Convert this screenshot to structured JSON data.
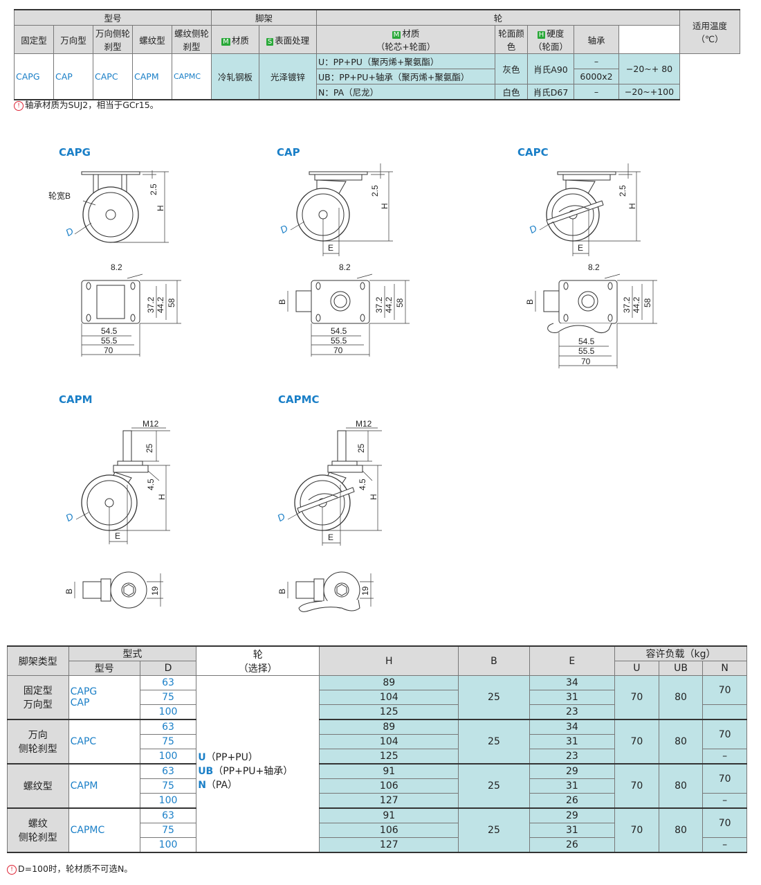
{
  "top_table": {
    "h_model": "型号",
    "h_frame": "脚架",
    "h_wheel": "轮",
    "h_temp": "适用温度（℃）",
    "sub": [
      "固定型",
      "万向型",
      "万向侧轮刹型",
      "螺纹型",
      "螺纹侧轮刹型"
    ],
    "h_material_tag": "M",
    "h_material": "材质",
    "h_surface_tag": "S",
    "h_surface": "表面处理",
    "h_wheel_material": "材质",
    "h_wheel_material_sub": "（轮芯+轮面）",
    "h_color": "轮面颜色",
    "h_hard_tag": "H",
    "h_hard": "硬度",
    "h_hard_sub": "（轮面）",
    "h_bearing": "轴承",
    "models": [
      "CAPG",
      "CAP",
      "CAPC",
      "CAPM",
      "CAPMC"
    ],
    "frame_material": "冷轧钢板",
    "frame_surface": "光泽镀锌",
    "rows": [
      {
        "material": "U：PP+PU（聚丙烯+聚氨酯）",
        "color": "灰色",
        "hard": "肖氏A90",
        "bearing": "–",
        "temp": "−20~+ 80"
      },
      {
        "material": "UB：PP+PU+轴承（聚丙烯+聚氨酯）",
        "bearing": "6000x2"
      },
      {
        "material": "N：PA（尼龙）",
        "color": "白色",
        "hard": "肖氏D67",
        "bearing": "–",
        "temp": "−20~+100"
      }
    ],
    "note": "轴承材质为SUJ2，相当于GCr15。"
  },
  "drawings": {
    "labels": [
      "CAPG",
      "CAP",
      "CAPC",
      "CAPM",
      "CAPMC"
    ],
    "wheel_width": "轮宽B",
    "D": "D",
    "H": "H",
    "E": "E",
    "B": "B",
    "d25": "2.5",
    "d45": "4.5",
    "d82": "8.2",
    "d372": "37.2",
    "d442": "44.2",
    "d58": "58",
    "d545": "54.5",
    "d555": "55.5",
    "d70": "70",
    "m12": "M12",
    "d25b": "25",
    "d19": "19"
  },
  "bottom_table": {
    "h_type": "脚架类型",
    "h_form": "型式",
    "h_model": "型号",
    "h_D": "D",
    "h_wheel": "轮",
    "h_wheel_sub": "（选择）",
    "h_H": "H",
    "h_B": "B",
    "h_E": "E",
    "h_load": "容许负载（kg）",
    "h_U": "U",
    "h_UB": "UB",
    "h_N": "N",
    "wheel_options": [
      {
        "code": "U",
        "desc": "（PP+PU）"
      },
      {
        "code": "UB",
        "desc": "（PP+PU+轴承）"
      },
      {
        "code": "N",
        "desc": "（PA）"
      }
    ],
    "groups": [
      {
        "type1": "固定型",
        "type2": "万向型",
        "model1": "CAPG",
        "model2": "CAP",
        "D": [
          "63",
          "75",
          "100"
        ],
        "H": [
          "89",
          "104",
          "125"
        ],
        "B": "25",
        "E": [
          "34",
          "31",
          "23"
        ],
        "U": "70",
        "UB": "80",
        "N1": "70",
        "N2": ""
      },
      {
        "type1": "万向",
        "type2": "侧轮刹型",
        "model1": "CAPC",
        "model2": "",
        "D": [
          "63",
          "75",
          "100"
        ],
        "H": [
          "89",
          "104",
          "125"
        ],
        "B": "25",
        "E": [
          "34",
          "31",
          "23"
        ],
        "U": "70",
        "UB": "80",
        "N1": "70",
        "N2": "–"
      },
      {
        "type1": "螺纹型",
        "type2": "",
        "model1": "CAPM",
        "model2": "",
        "D": [
          "63",
          "75",
          "100"
        ],
        "H": [
          "91",
          "106",
          "127"
        ],
        "B": "25",
        "E": [
          "29",
          "31",
          "26"
        ],
        "U": "70",
        "UB": "80",
        "N1": "70",
        "N2": "–"
      },
      {
        "type1": "螺纹",
        "type2": "侧轮刹型",
        "model1": "CAPMC",
        "model2": "",
        "D": [
          "63",
          "75",
          "100"
        ],
        "H": [
          "91",
          "106",
          "127"
        ],
        "B": "25",
        "E": [
          "29",
          "31",
          "26"
        ],
        "U": "70",
        "UB": "80",
        "N1": "70",
        "N2": "–"
      }
    ],
    "note": "D=100时，轮材质不可选N。"
  }
}
